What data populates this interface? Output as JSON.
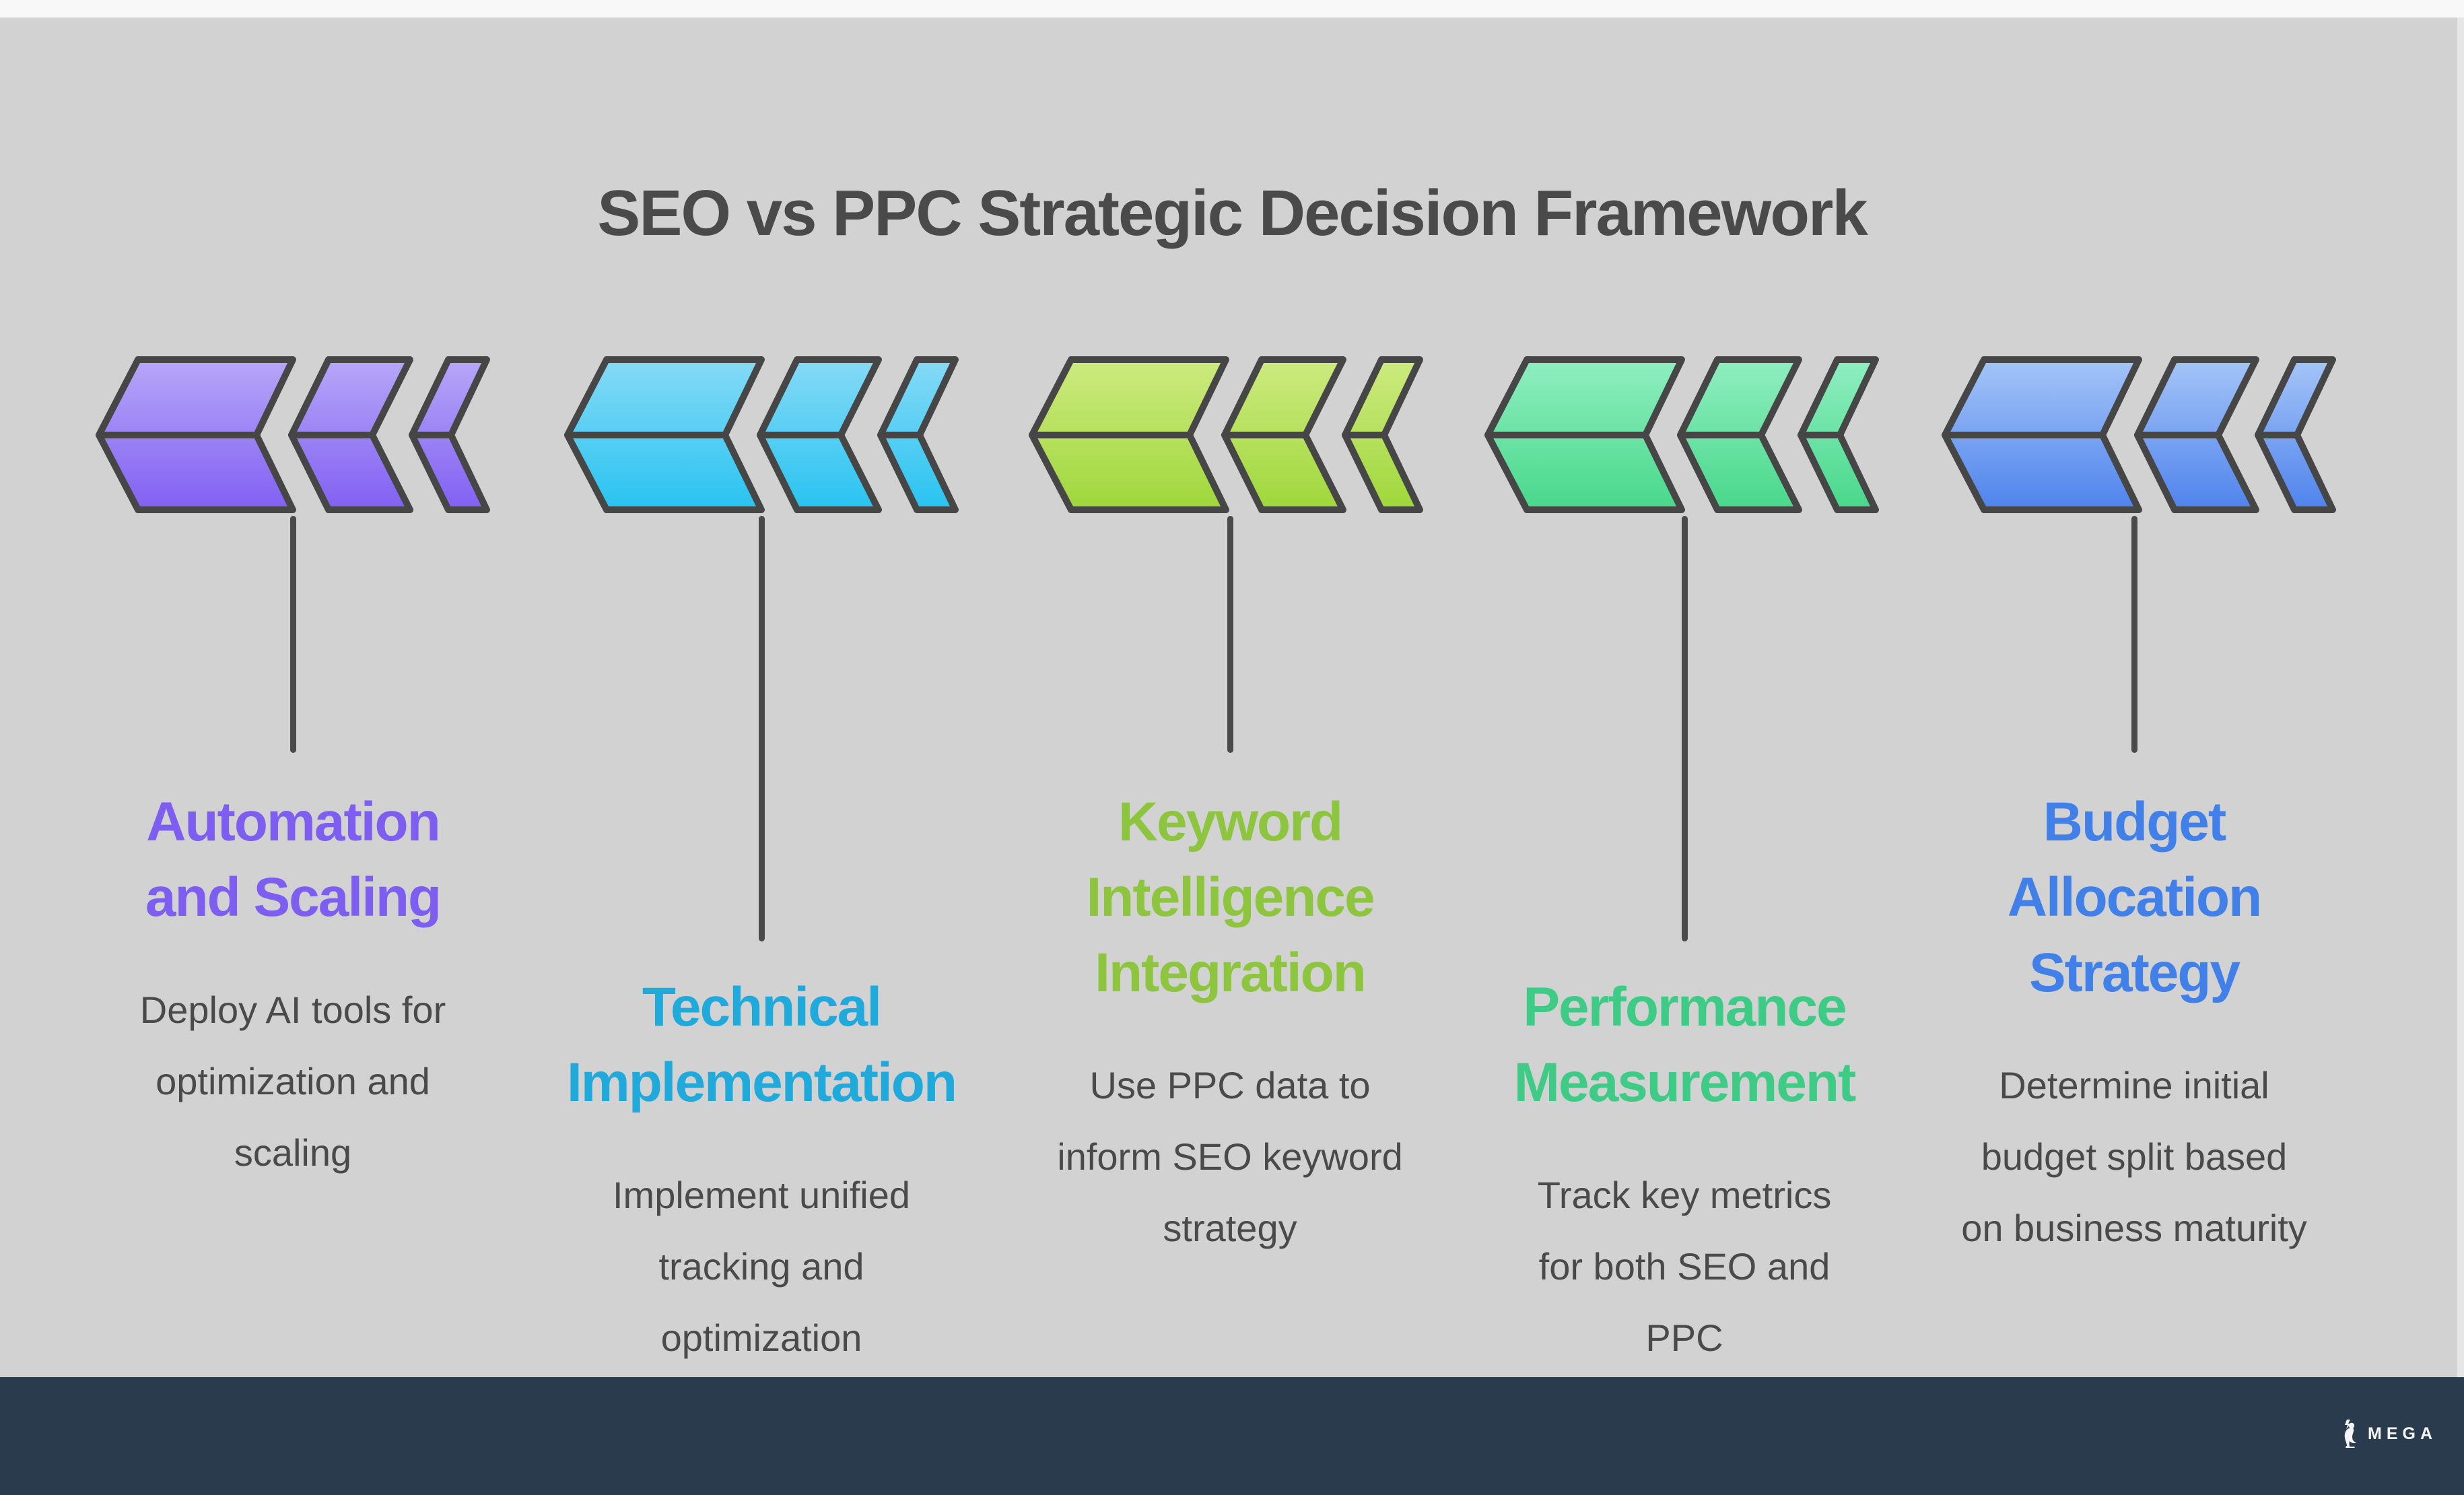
{
  "title": "SEO vs PPC Strategic Decision Framework",
  "colors": {
    "background": "#d2d2d2",
    "outline": "#464646",
    "body_text": "#4a4a4a",
    "title_text": "#4a4a4a",
    "footer_bg": "#2b3b4e",
    "connector": "#4a4a4a"
  },
  "groups": [
    {
      "id": "automation-and-scaling",
      "heading_lines": [
        "Automation",
        "and Scaling"
      ],
      "body_lines": [
        "Deploy AI tools for",
        "optimization and",
        "scaling"
      ],
      "heading_color": "#7e5ef0",
      "gradient_top": "#b7a7f8",
      "gradient_bottom": "#8160f2"
    },
    {
      "id": "technical-implementation",
      "heading_lines": [
        "Technical",
        "Implementation"
      ],
      "body_lines": [
        "Implement unified",
        "tracking and",
        "optimization"
      ],
      "heading_color": "#20a9db",
      "gradient_top": "#86daf6",
      "gradient_bottom": "#28c3f0"
    },
    {
      "id": "keyword-intelligence-integration",
      "heading_lines": [
        "Keyword",
        "Intelligence",
        "Integration"
      ],
      "body_lines": [
        "Use PPC data to",
        "inform SEO keyword",
        "strategy"
      ],
      "heading_color": "#8dc63e",
      "gradient_top": "#cdea80",
      "gradient_bottom": "#9fd73b"
    },
    {
      "id": "performance-measurement",
      "heading_lines": [
        "Performance",
        "Measurement"
      ],
      "body_lines": [
        "Track key metrics",
        "for both SEO and",
        "PPC"
      ],
      "heading_color": "#3ecb85",
      "gradient_top": "#8feec0",
      "gradient_bottom": "#49d88b"
    },
    {
      "id": "budget-allocation-strategy",
      "heading_lines": [
        "Budget",
        "Allocation",
        "Strategy"
      ],
      "body_lines": [
        "Determine initial",
        "budget split based",
        "on business maturity"
      ],
      "heading_color": "#4180e8",
      "gradient_top": "#a5c5f8",
      "gradient_bottom": "#4f83ec"
    }
  ],
  "footer": {
    "brand": "MEGA"
  }
}
